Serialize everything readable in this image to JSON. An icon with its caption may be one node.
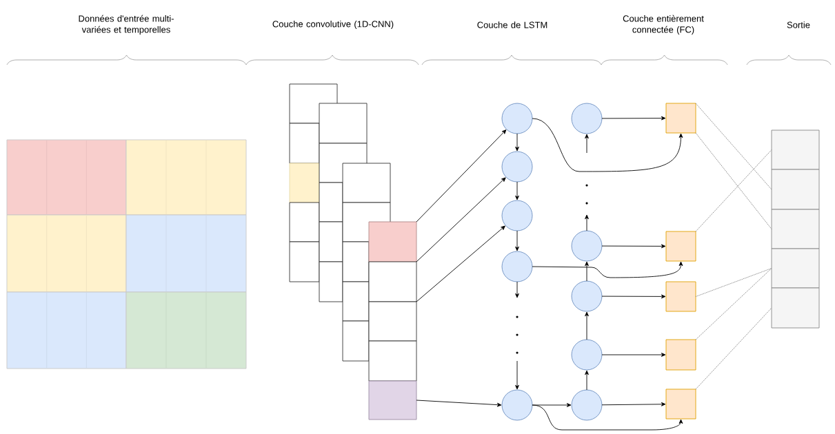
{
  "diagram": {
    "nodes": [
      {
        "text": [],
        "shape": "box"
      },
      {
        "text": [],
        "shape": "box"
      },
      {
        "text": [],
        "shape": "box"
      },
      {
        "text": [],
        "shape": "box"
      },
      {
        "text": [],
        "shape": "box"
      },
      {
        "text": [],
        "shape": "box"
      },
      {
        "text": [],
        "shape": "box"
      },
      {
        "text": [],
        "shape": "box"
      },
      {
        "text": [],
        "shape": "box"
      },
      {
        "text": [],
        "shape": "box"
      },
      {
        "text": [],
        "shape": "box"
      },
      {
        "text": [],
        "shape": "box"
      },
      {
        "text": [],
        "shape": "box"
      },
      {
        "text": [],
        "shape": "box"
      },
      {
        "text": [],
        "shape": "box"
      },
      {
        "text": [],
        "shape": "box"
      },
      {
        "text": [],
        "shape": "box"
      },
      {
        "text": [],
        "shape": "box"
      },
      {
        "text": [],
        "shape": "box"
      },
      {
        "text": [],
        "shape": "box"
      },
      {
        "text": [],
        "shape": "box"
      },
      {
        "text": [],
        "shape": "box"
      },
      {
        "text": [],
        "shape": "box"
      },
      {
        "text": [],
        "shape": "box"
      },
      {
        "text": [],
        "shape": "box"
      },
      {
        "text": [],
        "shape": "box"
      },
      {
        "text": [],
        "shape": "circle"
      },
      {
        "text": [],
        "shape": "circle"
      },
      {
        "text": [],
        "shape": "circle"
      },
      {
        "text": [],
        "shape": "circle"
      },
      {
        "text": [],
        "shape": "circle"
      },
      {
        "text": [],
        "shape": "circle"
      },
      {
        "text": [],
        "shape": "circle"
      },
      {
        "text": [],
        "shape": "circle"
      },
      {
        "text": [],
        "shape": "circle"
      },
      {
        "text": [],
        "shape": "circle"
      },
      {
        "text": [],
        "shape": "box"
      },
      {
        "text": [],
        "shape": "box"
      },
      {
        "text": [],
        "shape": "box"
      },
      {
        "text": [],
        "shape": "box"
      },
      {
        "text": [],
        "shape": "box"
      },
      {
        "text": [],
        "shape": "box"
      },
      {
        "text": [],
        "shape": "box"
      },
      {
        "text": [],
        "shape": "box"
      },
      {
        "text": [],
        "shape": "box"
      },
      {
        "text": [],
        "shape": "box"
      }
    ],
    "edges": [
      {
        "from": 21,
        "to": 26,
        "arrow": "to"
      },
      {
        "from": 21,
        "to": 27,
        "arrow": "to"
      },
      {
        "from": 22,
        "to": 28,
        "arrow": "to"
      },
      {
        "from": 25,
        "to": 30,
        "arrow": "to"
      },
      {
        "from": 26,
        "to": 27,
        "arrow": "to"
      },
      {
        "from": 27,
        "to": 28,
        "arrow": "to"
      },
      {
        "from": 28,
        "to": 29,
        "arrow": "to"
      },
      {
        "from": 29,
        "to": null,
        "arrow": "to"
      },
      {
        "from": null,
        "to": 30,
        "arrow": "to"
      },
      {
        "from": 30,
        "to": 35,
        "arrow": "to"
      },
      {
        "from": 35,
        "to": 34,
        "arrow": "to"
      },
      {
        "from": 34,
        "to": 33,
        "arrow": "to"
      },
      {
        "from": 33,
        "to": 32,
        "arrow": "to"
      },
      {
        "from": 32,
        "to": null,
        "arrow": "to"
      },
      {
        "from": null,
        "to": 31,
        "arrow": "to"
      },
      {
        "from": 31,
        "to": 36,
        "arrow": "to"
      },
      {
        "from": 32,
        "to": 37,
        "arrow": "to"
      },
      {
        "from": 33,
        "to": 38,
        "arrow": "to"
      },
      {
        "from": 34,
        "to": 39,
        "arrow": "to"
      },
      {
        "from": 35,
        "to": 40,
        "arrow": "to"
      },
      {
        "from": 26,
        "to": 36,
        "arrow": "to"
      },
      {
        "from": 29,
        "to": 37,
        "arrow": "to"
      },
      {
        "from": 30,
        "to": 40,
        "arrow": "to"
      },
      {
        "from": 36,
        "to": 42,
        "arrow": "none",
        "style": "dashed",
        "color": "#777777"
      },
      {
        "from": 36,
        "to": 43,
        "arrow": "none",
        "style": "dashed",
        "color": "#777777"
      },
      {
        "from": 37,
        "to": 41,
        "arrow": "none",
        "style": "dashed",
        "color": "#777777"
      },
      {
        "from": 38,
        "to": 44,
        "arrow": "none",
        "style": "dashed",
        "color": "#777777"
      },
      {
        "from": 39,
        "to": 44,
        "arrow": "none",
        "style": "dashed",
        "color": "#777777"
      },
      {
        "from": 40,
        "to": 45,
        "arrow": "none",
        "style": "dashed",
        "color": "#777777"
      }
    ],
    "labels": [
      "Données d'entrée multi-variées et temporelles",
      "Couche convolutive (1D-CNN)",
      "Couche de LSTM",
      "Couche entièrement connectée (FC)",
      "Sortie"
    ]
  }
}
